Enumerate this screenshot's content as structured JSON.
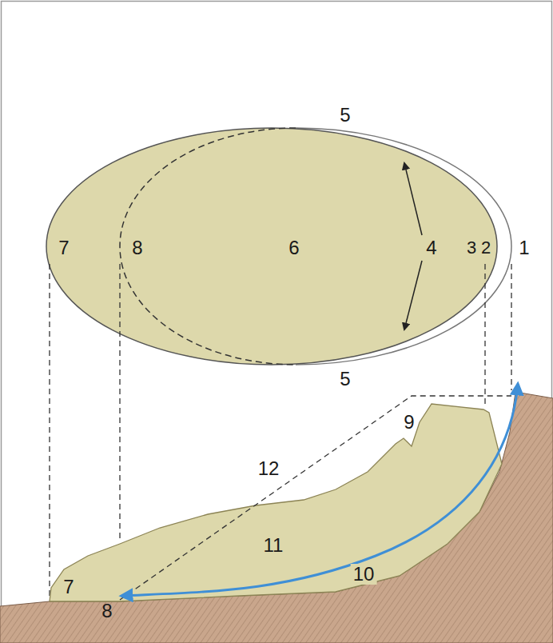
{
  "diagram": {
    "labels": [
      "5",
      "7",
      "8",
      "6",
      "4",
      "3",
      "2",
      "1",
      "5",
      "9",
      "12",
      "11",
      "7",
      "10",
      "8"
    ]
  }
}
